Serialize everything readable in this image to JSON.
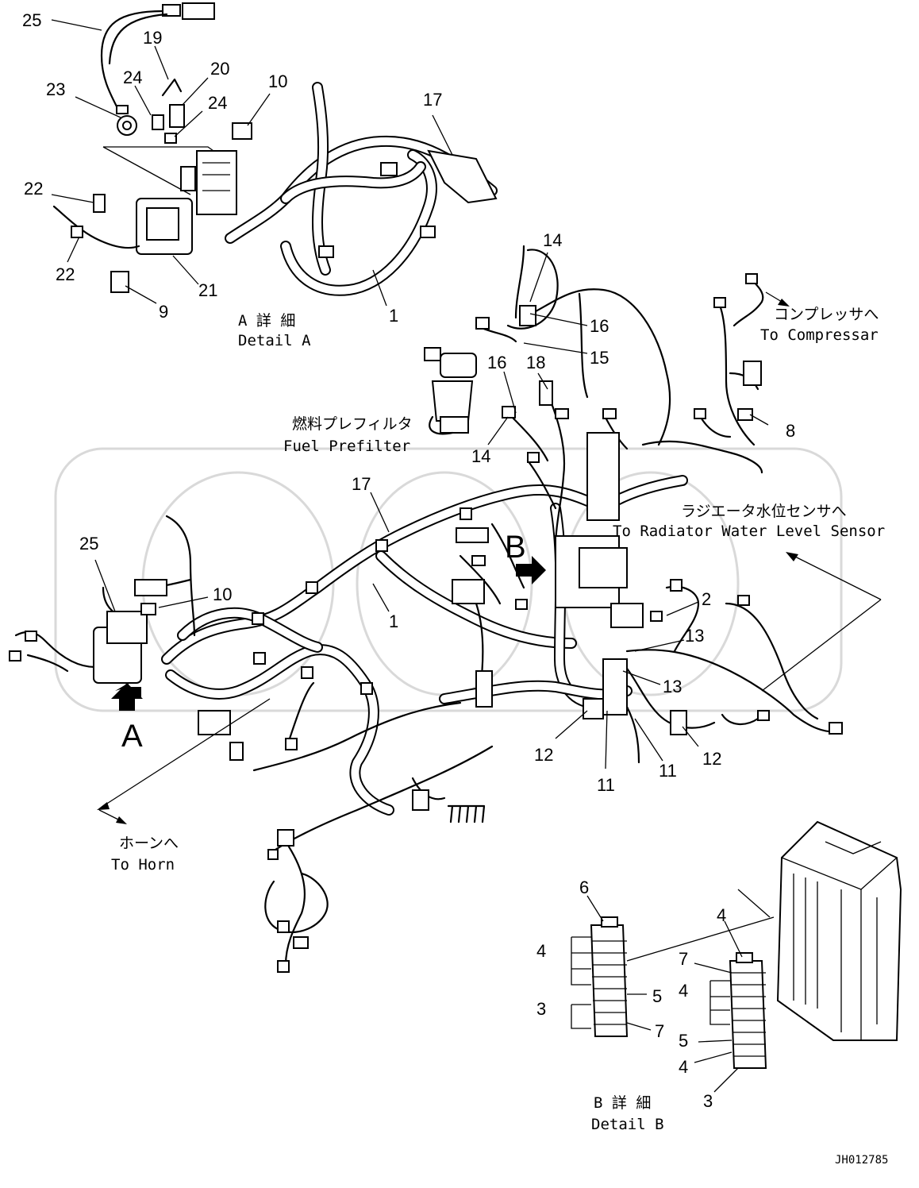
{
  "callouts": {
    "c1": "1",
    "c1b": "1",
    "c2": "2",
    "c3a": "3",
    "c3b": "3",
    "c4a": "4",
    "c4b": "4",
    "c4c": "4",
    "c4d": "4",
    "c5a": "5",
    "c5b": "5",
    "c6": "6",
    "c7a": "7",
    "c7b": "7",
    "c8": "8",
    "c9": "9",
    "c10a": "10",
    "c10b": "10",
    "c11a": "11",
    "c11b": "11",
    "c12a": "12",
    "c12b": "12",
    "c13a": "13",
    "c13b": "13",
    "c14a": "14",
    "c14b": "14",
    "c15": "15",
    "c16a": "16",
    "c16b": "16",
    "c17a": "17",
    "c17b": "17",
    "c18": "18",
    "c19": "19",
    "c20": "20",
    "c21": "21",
    "c22a": "22",
    "c22b": "22",
    "c23": "23",
    "c24a": "24",
    "c24b": "24",
    "c25a": "25",
    "c25b": "25"
  },
  "captions": {
    "detail_a_jp": "A 詳 細",
    "detail_a_en": "Detail A",
    "detail_b_jp": "B 詳 細",
    "detail_b_en": "Detail B",
    "compressor_jp": "コンプレッサへ",
    "compressor_en": "To Compressar",
    "prefilter_jp": "燃料プレフィルタ",
    "prefilter_en": "Fuel Prefilter",
    "radiator_jp": "ラジエータ水位センサへ",
    "radiator_en": "To Radiator Water Level Sensor",
    "horn_jp": "ホーンへ",
    "horn_en": "To Horn",
    "view_a": "A",
    "view_b": "B"
  },
  "drawing_number": "JH012785"
}
